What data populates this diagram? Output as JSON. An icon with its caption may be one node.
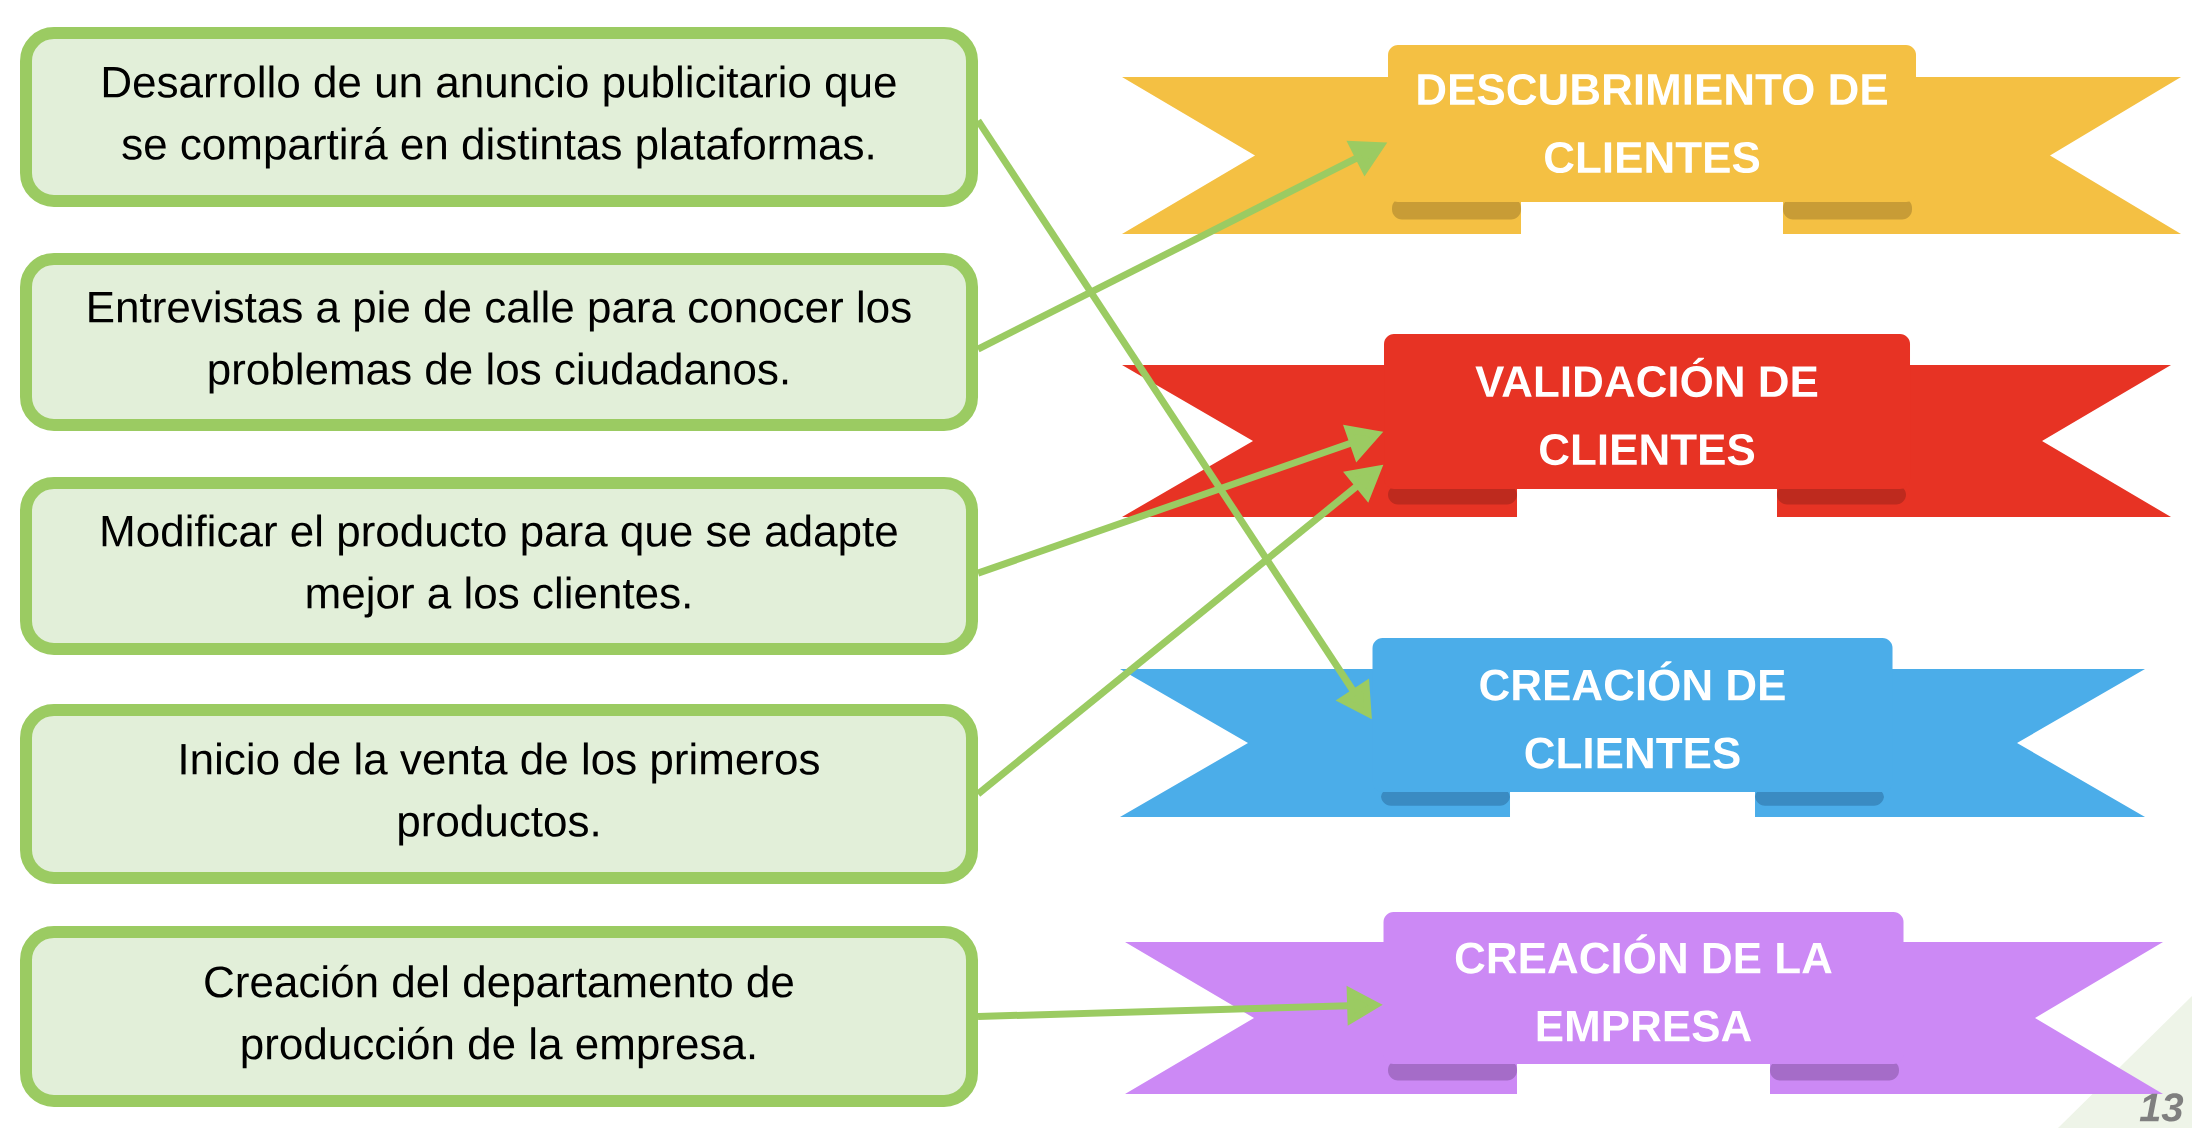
{
  "diagram": {
    "nodes": [
      {
        "text": [
          "Desarrollo de un anuncio publicitario que se compartirá en distintas plataformas."
        ]
      },
      {
        "text": [
          "Entrevistas a pie de calle para conocer los problemas de los ciudadanos."
        ]
      },
      {
        "text": [
          "Modificar el producto para que se adapte mejor a los clientes."
        ]
      },
      {
        "text": [
          "Inicio de la venta de los primeros productos."
        ]
      },
      {
        "text": [
          "Creación del departamento de producción de la empresa."
        ]
      },
      {
        "text": [
          "DESCUBRIMIENTO DE CLIENTES"
        ]
      },
      {
        "text": [
          "VALIDACIÓN DE CLIENTES"
        ]
      },
      {
        "text": [
          "CREACIÓN DE CLIENTES"
        ]
      },
      {
        "text": [
          "CREACIÓN DE LA EMPRESA"
        ]
      }
    ],
    "edges": [
      {
        "from": 0,
        "to": 7,
        "arrow": "to"
      },
      {
        "from": 1,
        "to": 5,
        "arrow": "to"
      },
      {
        "from": 2,
        "to": 6,
        "arrow": "to"
      },
      {
        "from": 3,
        "to": 6,
        "arrow": "to"
      },
      {
        "from": 4,
        "to": 8,
        "arrow": "to"
      }
    ],
    "labels": [
      "13"
    ]
  }
}
